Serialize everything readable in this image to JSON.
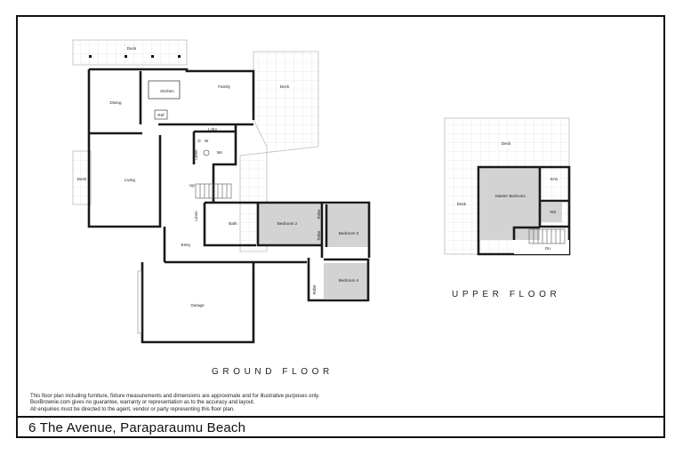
{
  "floors": {
    "ground_title": "GROUND FLOOR",
    "upper_title": "UPPER FLOOR"
  },
  "rooms": {
    "deck_top": "Deck",
    "deck_right": "Deck",
    "deck_left": "Deck",
    "dining": "Dining",
    "kitchen": "Kitchen",
    "ref": "Ref",
    "family": "Family",
    "lndry": "L'dry",
    "d": "D",
    "w": "W",
    "wc": "Wc",
    "linen": "Linen",
    "living": "Living",
    "up": "Up",
    "linen2": "Linen",
    "bath": "Bath",
    "bedroom2": "Bedroom 2",
    "robe1": "Robe",
    "robe2": "Robe",
    "bedroom3": "Bedroom 3",
    "entry": "Entry",
    "garage": "Garage",
    "robe3": "Robe",
    "bedroom4": "Bedroom 4",
    "upper_deck_top": "Deck",
    "upper_deck_left": "Deck",
    "master": "Master Bedroom",
    "ens": "Ens",
    "wir": "Wir",
    "dn": "Dn"
  },
  "disclaimer": {
    "line1": "This floor plan including furniture, fixture measurements and dimensions are approximate and for illustrative purposes only.",
    "line2": "BoxBrownie.com gives no guarantee, warranty or representation as to the accuracy and layout.",
    "line3": "All enquiries must be directed to the agent, vendor or party representing this floor plan."
  },
  "address": "6 The Avenue, Paraparaumu Beach",
  "colors": {
    "wall": "#1a1a1a",
    "grid": "#d8d8d8",
    "shaded_room": "#d3d3d3",
    "deck_outline": "#bdbdbd"
  }
}
